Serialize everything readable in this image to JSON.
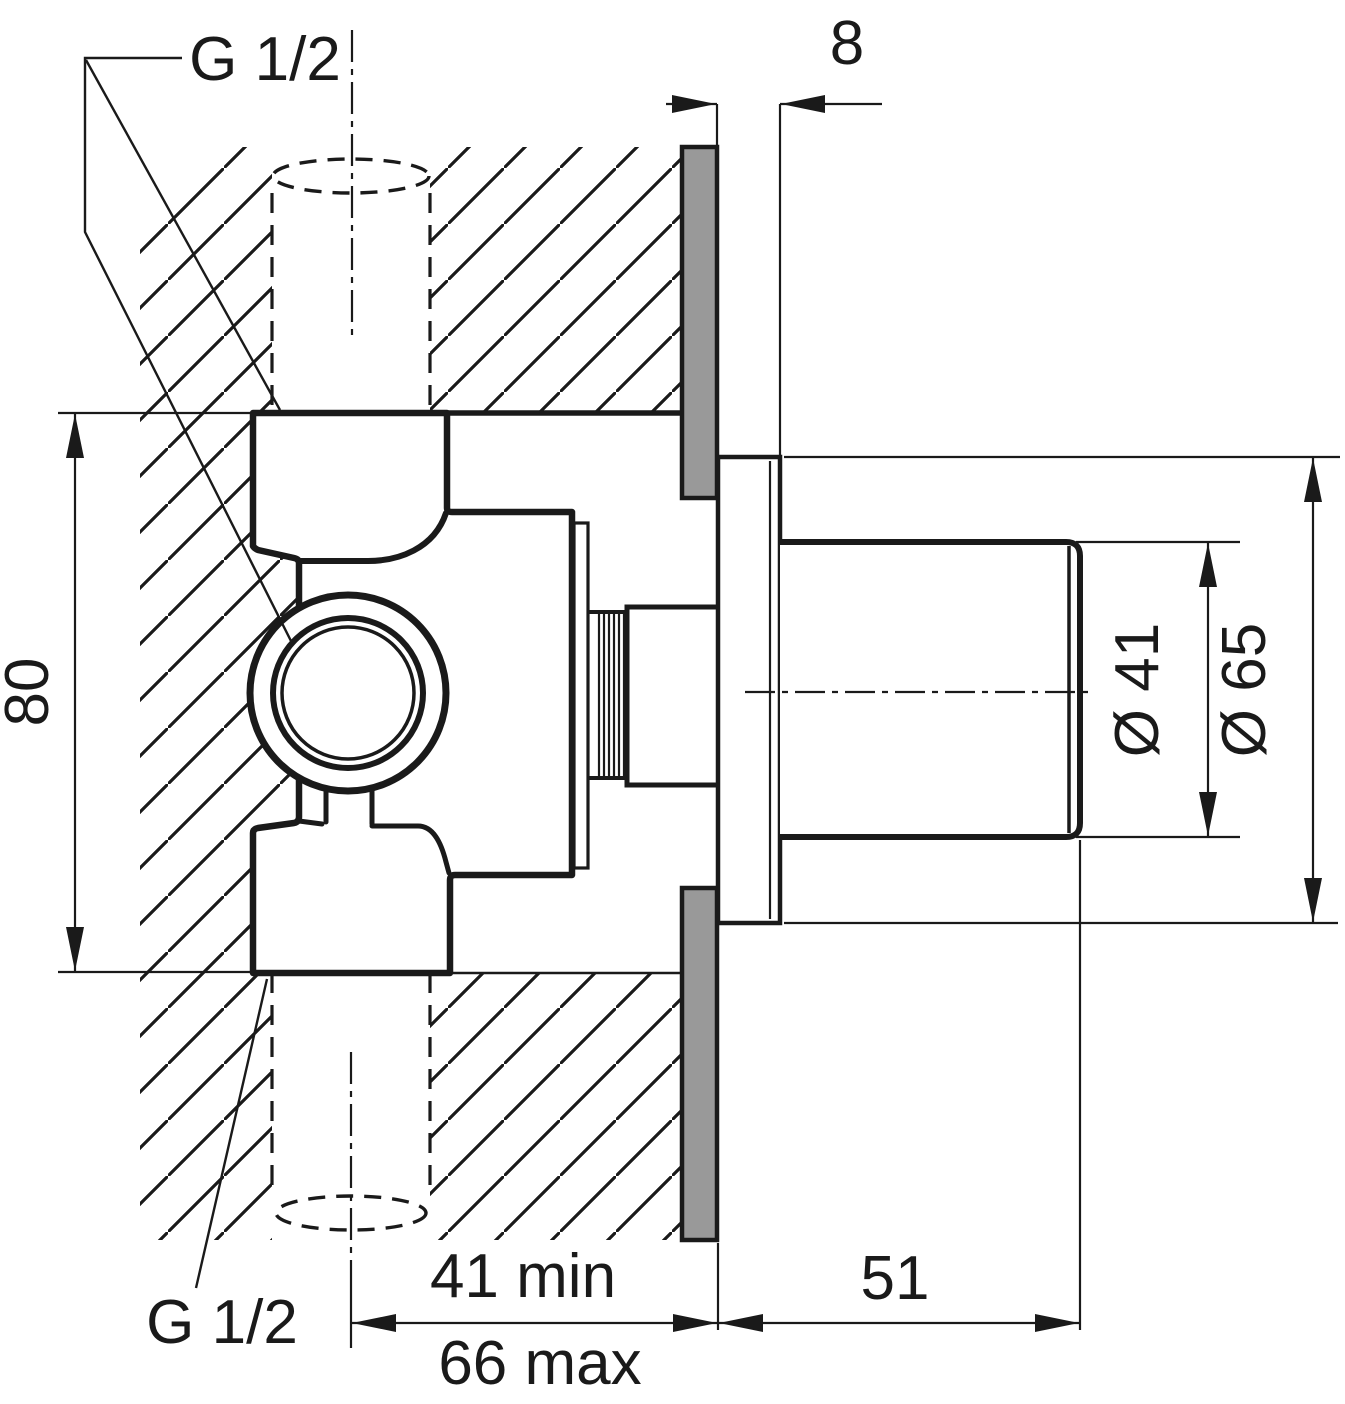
{
  "drawing": {
    "type": "technical-section-drawing",
    "subject": "concealed-valve-installation-section",
    "labels": {
      "thread_top": "G 1/2",
      "thread_bottom": "G 1/2"
    },
    "dimensions": {
      "niche_height": "80",
      "plate_offset": "8",
      "knob_diameter": "Ø 41",
      "plate_diameter": "Ø 65",
      "depth_min": "41 min",
      "depth_max": "66 max",
      "knob_projection": "51"
    },
    "colors": {
      "line": "#1a1a1a",
      "tile_fill": "#999999",
      "background": "#ffffff"
    }
  }
}
